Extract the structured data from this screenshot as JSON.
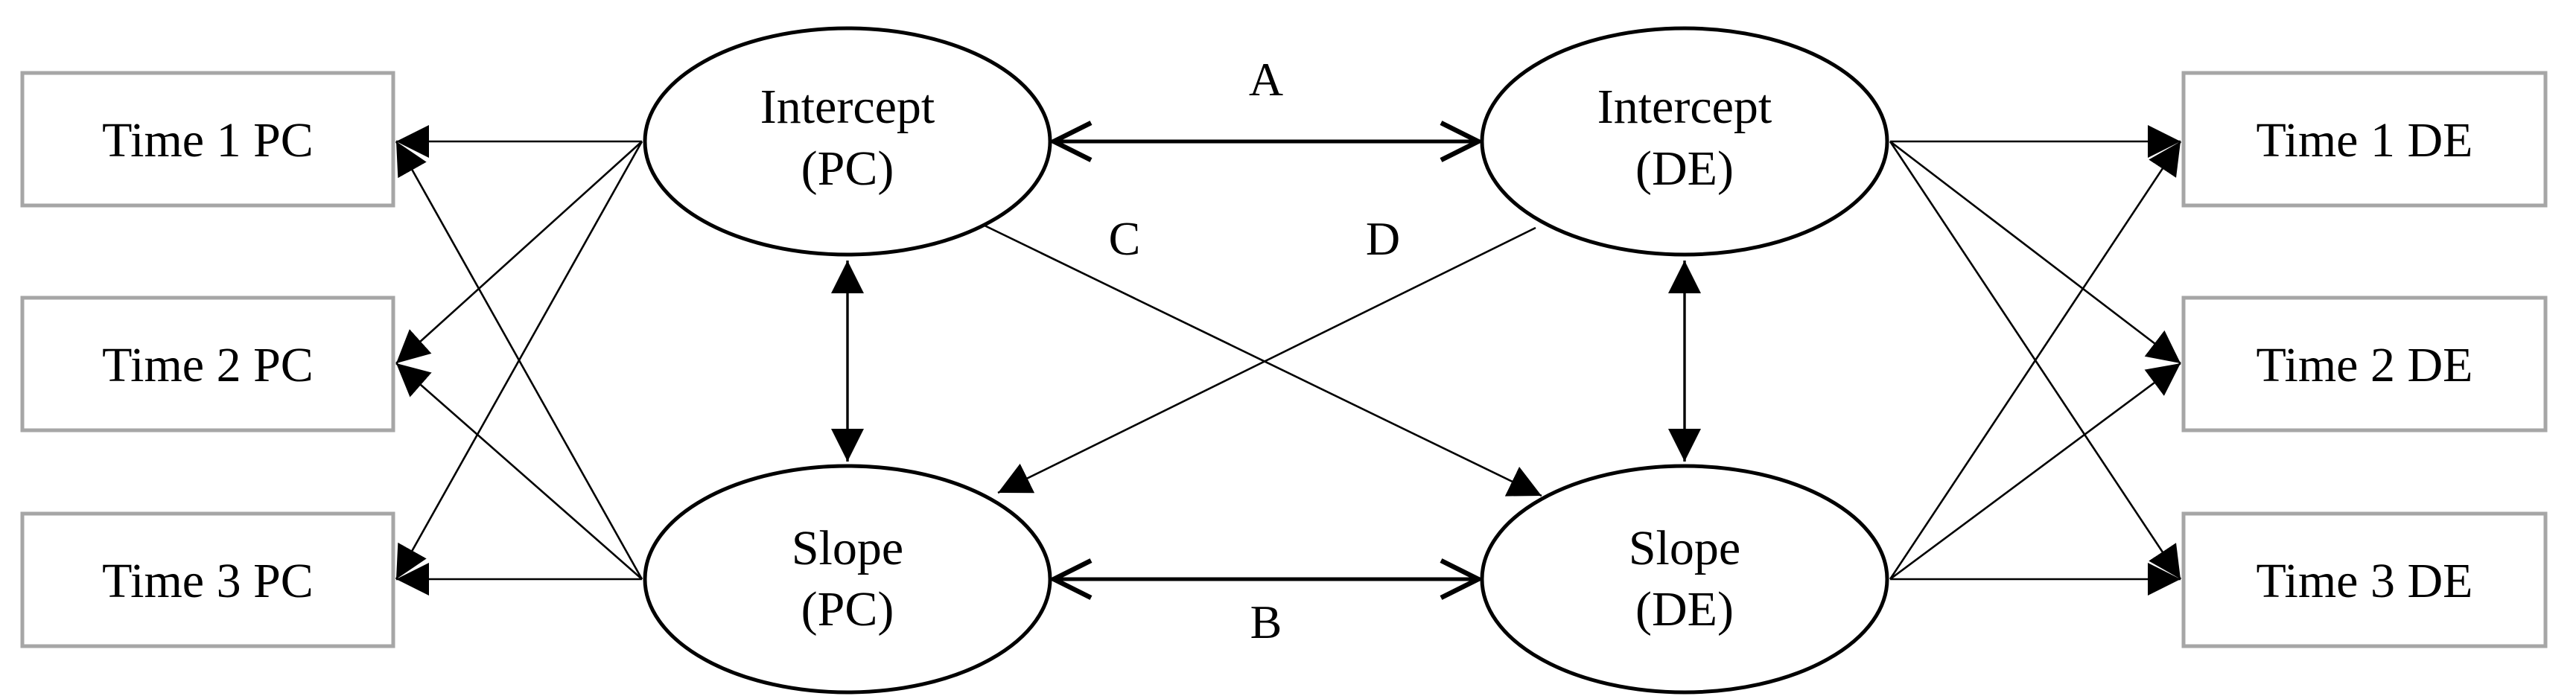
{
  "diagram": {
    "observed_pc": [
      {
        "id": "t1pc",
        "label": "Time 1 PC"
      },
      {
        "id": "t2pc",
        "label": "Time 2 PC"
      },
      {
        "id": "t3pc",
        "label": "Time 3 PC"
      }
    ],
    "observed_de": [
      {
        "id": "t1de",
        "label": "Time 1 DE"
      },
      {
        "id": "t2de",
        "label": "Time 2 DE"
      },
      {
        "id": "t3de",
        "label": "Time 3 DE"
      }
    ],
    "latent": {
      "intercept_pc": {
        "line1": "Intercept",
        "line2": "(PC)"
      },
      "slope_pc": {
        "line1": "Slope",
        "line2": "(PC)"
      },
      "intercept_de": {
        "line1": "Intercept",
        "line2": "(DE)"
      },
      "slope_de": {
        "line1": "Slope",
        "line2": "(DE)"
      }
    },
    "path_labels": {
      "a": "A",
      "b": "B",
      "c": "C",
      "d": "D"
    }
  }
}
